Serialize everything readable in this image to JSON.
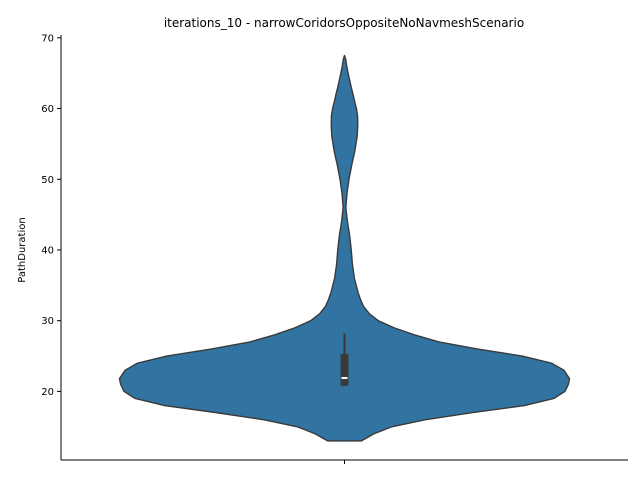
{
  "chart_data": {
    "type": "violin",
    "title": "iterations_10 - narrowCoridorsOppositeNoNavmeshScenario",
    "xlabel": "",
    "ylabel": "PathDuration",
    "categories": [
      ""
    ],
    "ylim": [
      10.3,
      70.4
    ],
    "yticks": [
      20,
      30,
      40,
      50,
      60,
      70
    ],
    "grid": false,
    "legend": "none",
    "colors": {
      "fill": "#3274a1",
      "edge": "#3a3a3a",
      "box": "#3a3a3a",
      "median": "#ffffff"
    },
    "violin": {
      "y": [
        13.0,
        14.0,
        15.0,
        16.0,
        17.0,
        18.0,
        19.0,
        20.0,
        21.0,
        21.8,
        23.0,
        24.0,
        25.0,
        26.0,
        27.0,
        28.0,
        29.0,
        30.0,
        31.0,
        32.0,
        33.0,
        34.0,
        35.0,
        36.0,
        38.0,
        40.0,
        42.0,
        44.0,
        46.0,
        48.0,
        50.0,
        52.0,
        54.0,
        56.0,
        57.5,
        59.0,
        60.0,
        61.0,
        62.0,
        63.0,
        64.0,
        65.0,
        66.0,
        67.0,
        67.5
      ],
      "density": [
        0.075,
        0.13,
        0.21,
        0.36,
        0.57,
        0.8,
        0.93,
        0.98,
        0.995,
        1.0,
        0.975,
        0.92,
        0.79,
        0.59,
        0.42,
        0.31,
        0.22,
        0.15,
        0.11,
        0.085,
        0.071,
        0.06,
        0.052,
        0.044,
        0.035,
        0.03,
        0.023,
        0.013,
        0.006,
        0.011,
        0.02,
        0.032,
        0.046,
        0.056,
        0.059,
        0.058,
        0.053,
        0.045,
        0.038,
        0.03,
        0.023,
        0.016,
        0.01,
        0.005,
        0.0
      ]
    },
    "box": {
      "q1": 20.8,
      "median": 21.9,
      "q3": 25.3,
      "whisker_low": 20.8,
      "whisker_high": 28.2
    }
  }
}
